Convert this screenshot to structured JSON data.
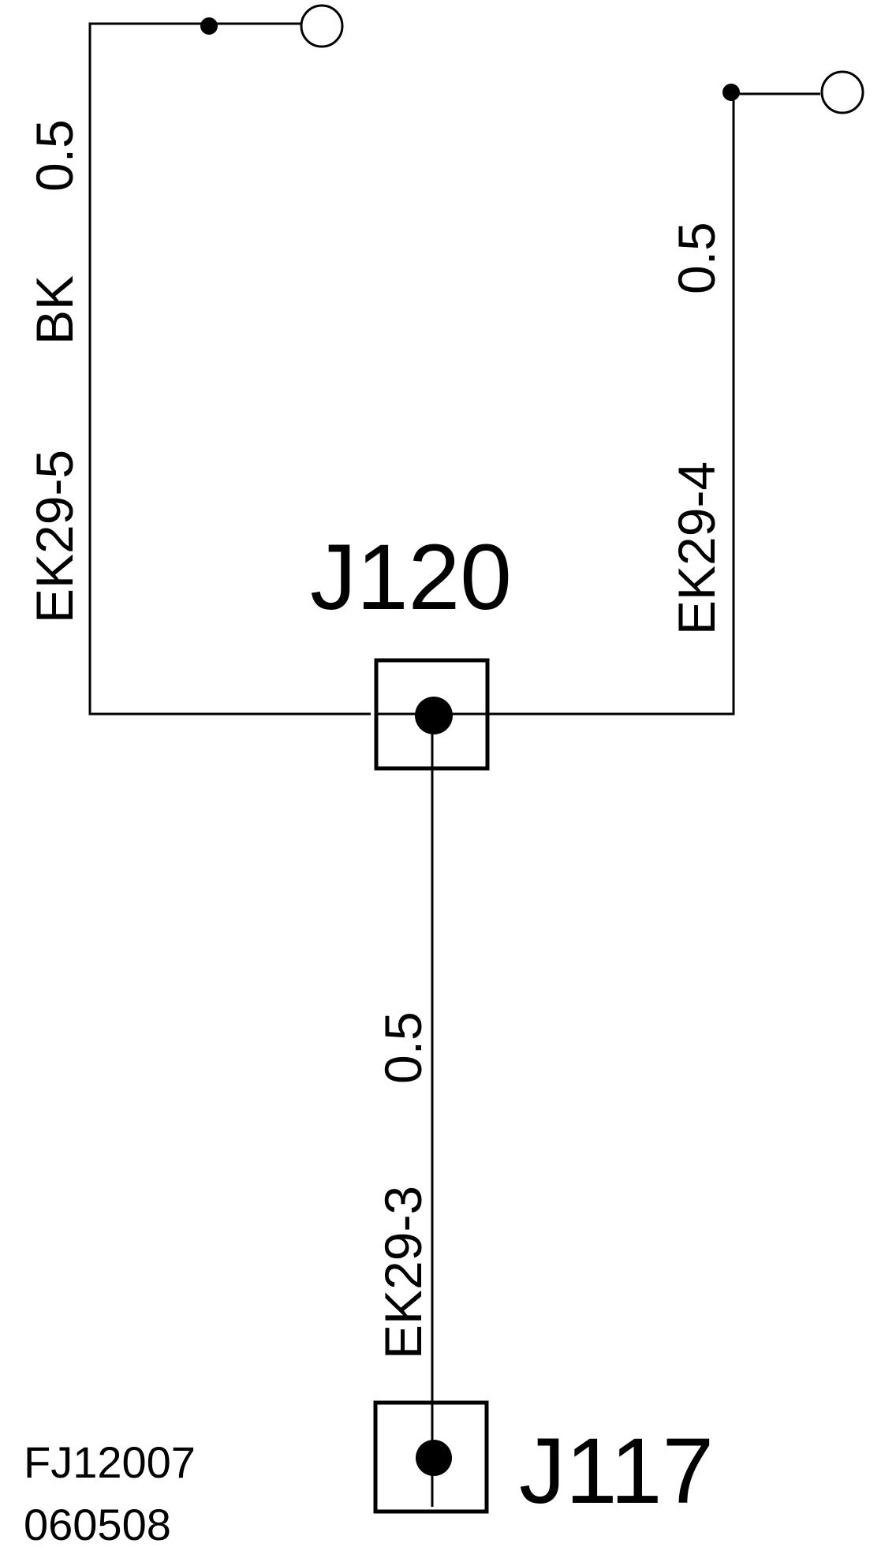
{
  "connectors": {
    "j120": "J120",
    "j117": "J117"
  },
  "wires": {
    "left": {
      "id": "EK29-5",
      "color": "BK",
      "gauge": "0.5"
    },
    "right": {
      "id": "EK29-4",
      "gauge": "0.5"
    },
    "down": {
      "id": "EK29-3",
      "gauge": "0.5"
    }
  },
  "code": {
    "line1": "FJ12007",
    "line2": "060508"
  }
}
